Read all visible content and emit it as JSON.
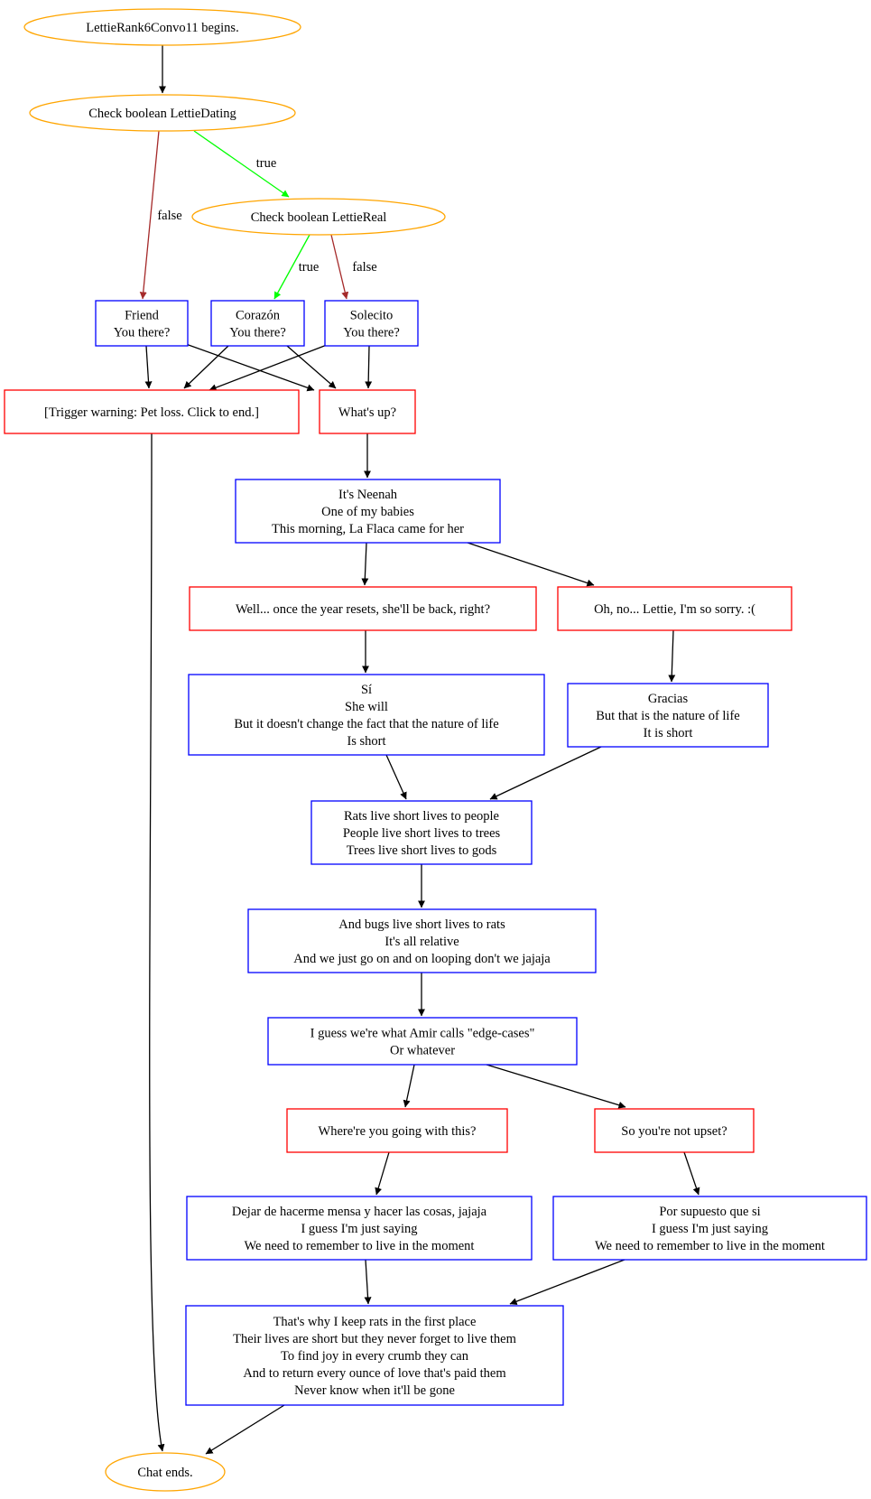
{
  "colors": {
    "terminal": "#ffa500",
    "lettie_message": "#0000ff",
    "player_choice": "#ff0000",
    "edge_true": "#00ff00",
    "edge_false": "#a52a2a",
    "edge_default": "#000000"
  },
  "nodes": {
    "start": {
      "lines": [
        "LettieRank6Convo11 begins."
      ]
    },
    "check_dating": {
      "lines": [
        "Check boolean LettieDating"
      ]
    },
    "check_real": {
      "lines": [
        "Check boolean LettieReal"
      ]
    },
    "friend": {
      "lines": [
        "Friend",
        "You there?"
      ]
    },
    "corazon": {
      "lines": [
        "Corazón",
        "You there?"
      ]
    },
    "solecito": {
      "lines": [
        "Solecito",
        "You there?"
      ]
    },
    "trigger": {
      "lines": [
        "[Trigger warning: Pet loss. Click to end.]"
      ]
    },
    "whats_up": {
      "lines": [
        "What's up?"
      ]
    },
    "neenah": {
      "lines": [
        "It's Neenah",
        "One of my babies",
        "This morning, La Flaca came for her"
      ]
    },
    "resets": {
      "lines": [
        "Well... once the year resets, she'll be back, right?"
      ]
    },
    "sorry": {
      "lines": [
        "Oh, no... Lettie, I'm so sorry. :("
      ]
    },
    "si": {
      "lines": [
        "Sí",
        "She will",
        "But it doesn't change the fact that the nature of life",
        "Is short"
      ]
    },
    "gracias": {
      "lines": [
        "Gracias",
        "But that is the nature of life",
        "It is short"
      ]
    },
    "rats": {
      "lines": [
        "Rats live short lives to people",
        "People live short lives to trees",
        "Trees live short lives to gods"
      ]
    },
    "bugs": {
      "lines": [
        "And bugs live short lives to rats",
        "It's all relative",
        "And we just go on and on looping don't we jajaja"
      ]
    },
    "edge_cases": {
      "lines": [
        "I guess we're what Amir calls \"edge-cases\"",
        "Or whatever"
      ]
    },
    "going": {
      "lines": [
        "Where're you going with this?"
      ]
    },
    "upset": {
      "lines": [
        "So you're not upset?"
      ]
    },
    "dejar": {
      "lines": [
        "Dejar de hacerme mensa y hacer las cosas, jajaja",
        "I guess I'm just saying",
        "We need to remember to live in the moment"
      ]
    },
    "supuesto": {
      "lines": [
        "Por supuesto que si",
        "I guess I'm just saying",
        "We need to remember to live in the moment"
      ]
    },
    "keep_rats": {
      "lines": [
        "That's why I keep rats in the first place",
        "Their lives are short but they never forget to live them",
        "To find joy in every crumb they can",
        "And to return every ounce of love that's paid them",
        "Never know when it'll be gone"
      ]
    },
    "end": {
      "lines": [
        "Chat ends."
      ]
    }
  },
  "edges": [
    {
      "from": "start",
      "to": "check_dating",
      "label": ""
    },
    {
      "from": "check_dating",
      "to": "check_real",
      "label": "true"
    },
    {
      "from": "check_dating",
      "to": "friend",
      "label": "false"
    },
    {
      "from": "check_real",
      "to": "corazon",
      "label": "true"
    },
    {
      "from": "check_real",
      "to": "solecito",
      "label": "false"
    },
    {
      "from": "friend",
      "to": "trigger",
      "label": ""
    },
    {
      "from": "friend",
      "to": "whats_up",
      "label": ""
    },
    {
      "from": "corazon",
      "to": "trigger",
      "label": ""
    },
    {
      "from": "corazon",
      "to": "whats_up",
      "label": ""
    },
    {
      "from": "solecito",
      "to": "trigger",
      "label": ""
    },
    {
      "from": "solecito",
      "to": "whats_up",
      "label": ""
    },
    {
      "from": "trigger",
      "to": "end",
      "label": ""
    },
    {
      "from": "whats_up",
      "to": "neenah",
      "label": ""
    },
    {
      "from": "neenah",
      "to": "resets",
      "label": ""
    },
    {
      "from": "neenah",
      "to": "sorry",
      "label": ""
    },
    {
      "from": "resets",
      "to": "si",
      "label": ""
    },
    {
      "from": "sorry",
      "to": "gracias",
      "label": ""
    },
    {
      "from": "si",
      "to": "rats",
      "label": ""
    },
    {
      "from": "gracias",
      "to": "rats",
      "label": ""
    },
    {
      "from": "rats",
      "to": "bugs",
      "label": ""
    },
    {
      "from": "bugs",
      "to": "edge_cases",
      "label": ""
    },
    {
      "from": "edge_cases",
      "to": "going",
      "label": ""
    },
    {
      "from": "edge_cases",
      "to": "upset",
      "label": ""
    },
    {
      "from": "going",
      "to": "dejar",
      "label": ""
    },
    {
      "from": "upset",
      "to": "supuesto",
      "label": ""
    },
    {
      "from": "dejar",
      "to": "keep_rats",
      "label": ""
    },
    {
      "from": "supuesto",
      "to": "keep_rats",
      "label": ""
    },
    {
      "from": "keep_rats",
      "to": "end",
      "label": ""
    }
  ]
}
